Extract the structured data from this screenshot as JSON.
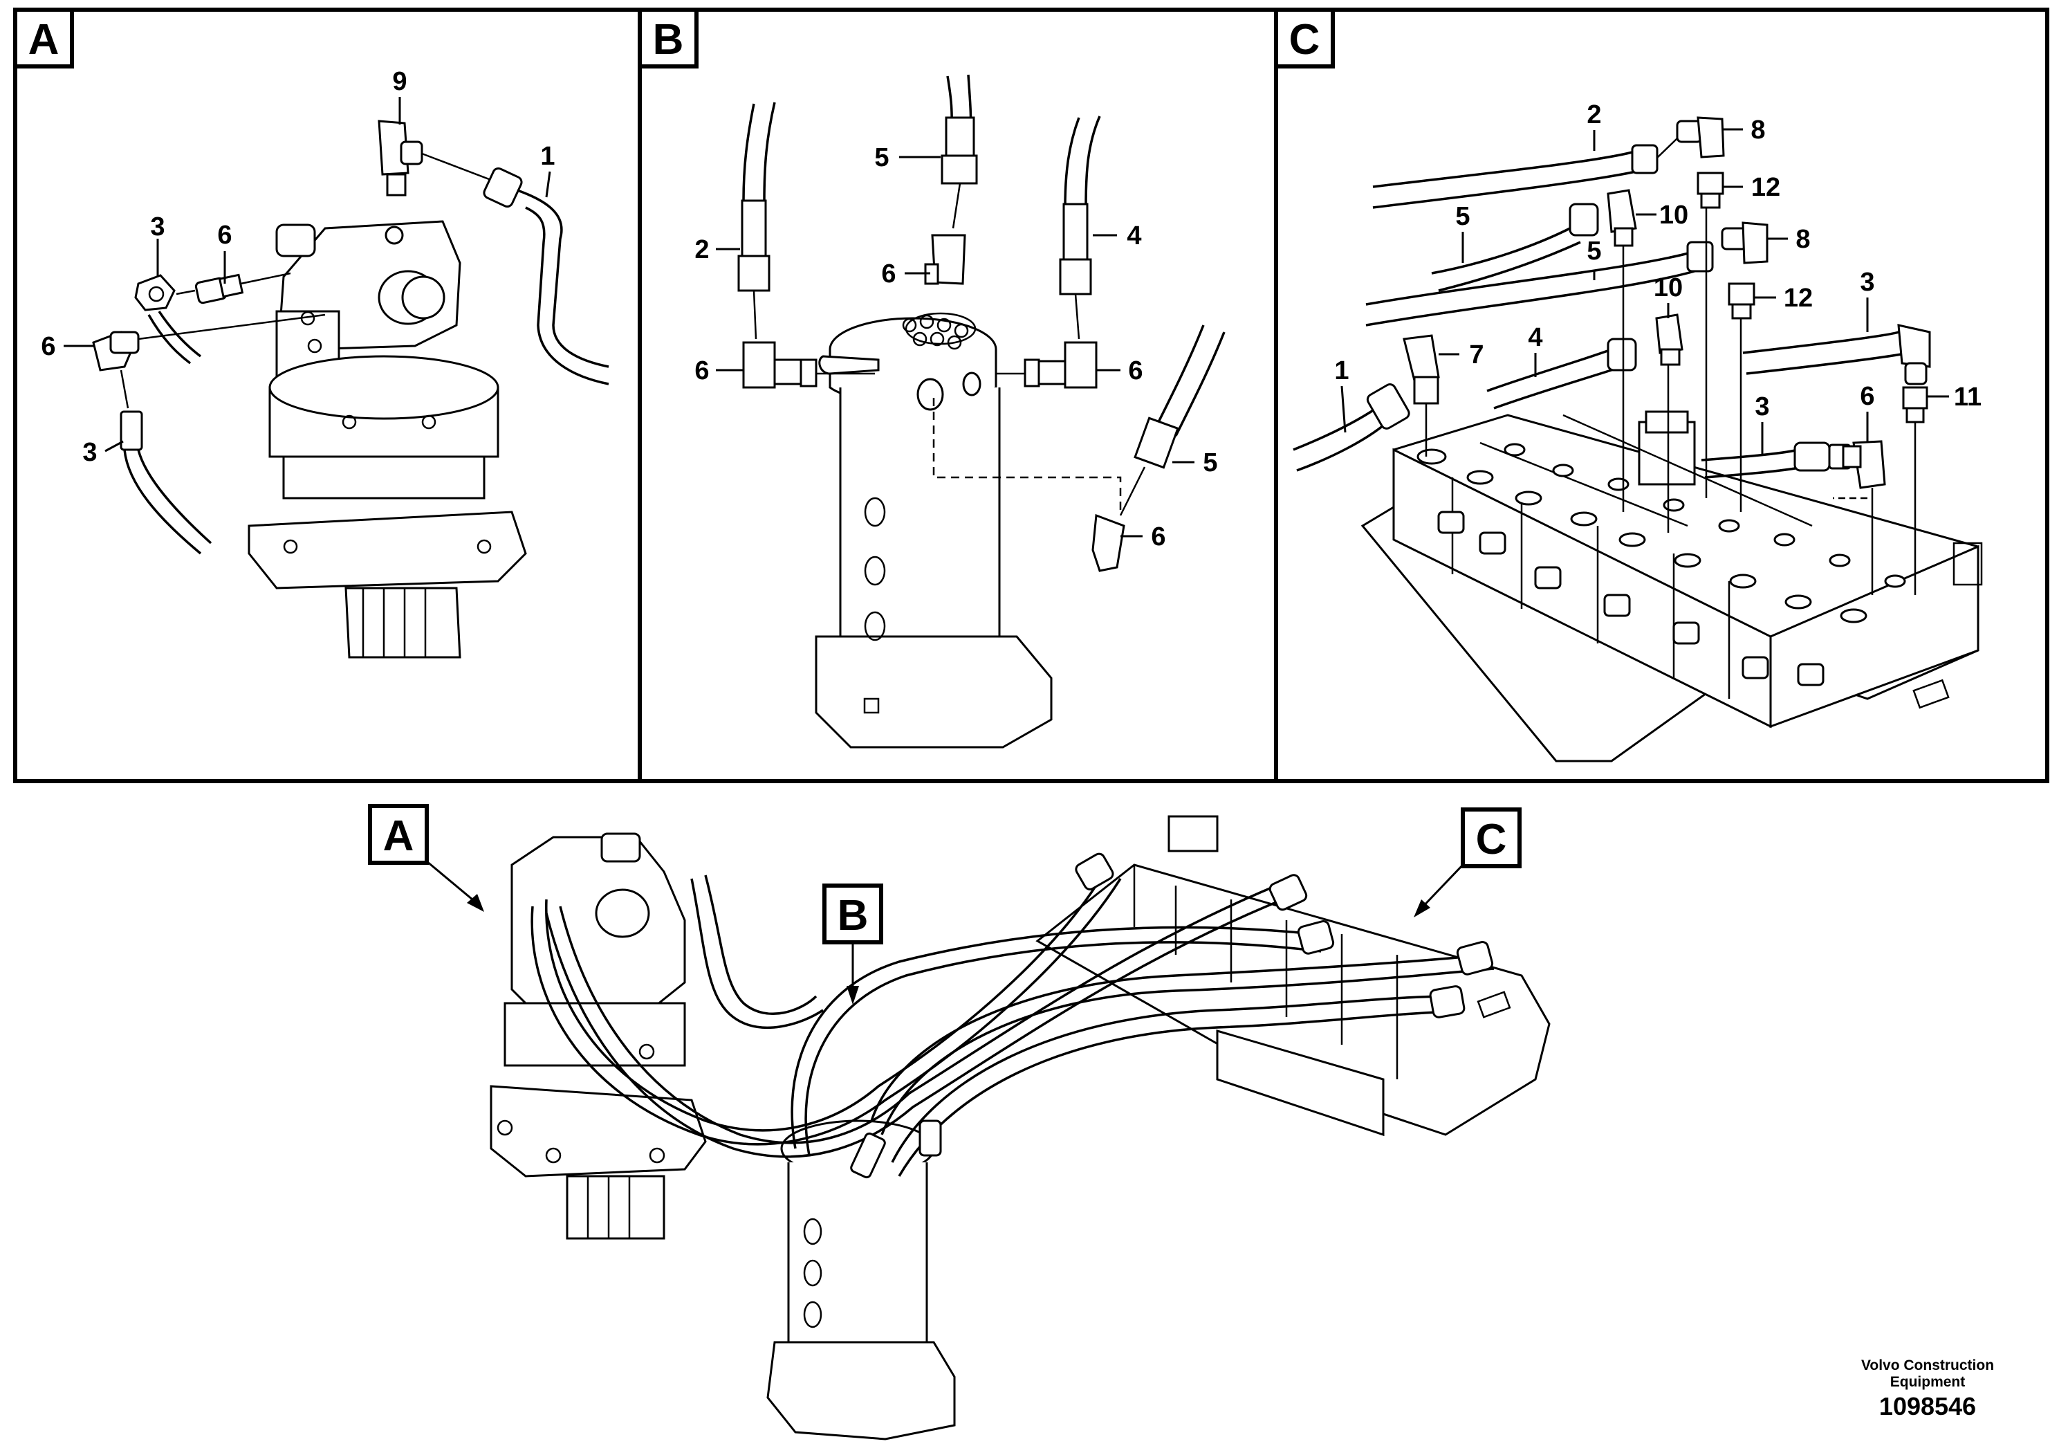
{
  "panels": {
    "a": {
      "letter": "A",
      "callouts": {
        "c9": "9",
        "c1": "1",
        "c3top": "3",
        "c6top": "6",
        "c6left": "6",
        "c3bottom": "3"
      }
    },
    "b": {
      "letter": "B",
      "callouts": {
        "c5top": "5",
        "c2": "2",
        "c6mid": "6",
        "c4": "4",
        "c6left": "6",
        "c6right": "6",
        "c5right": "5",
        "c6bottom": "6"
      }
    },
    "c": {
      "letter": "C",
      "callouts": {
        "c2": "2",
        "c8top": "8",
        "c12top": "12",
        "c5a": "5",
        "c10a": "10",
        "c5b": "5",
        "c8mid": "8",
        "c10b": "10",
        "c12mid": "12",
        "c3a": "3",
        "c4": "4",
        "c1": "1",
        "c7": "7",
        "c6": "6",
        "c11": "11",
        "c3b": "3"
      }
    }
  },
  "overview": {
    "a_letter": "A",
    "b_letter": "B",
    "c_letter": "C"
  },
  "footer": {
    "company": "Volvo Construction Equipment",
    "doc_number": "1098546"
  }
}
